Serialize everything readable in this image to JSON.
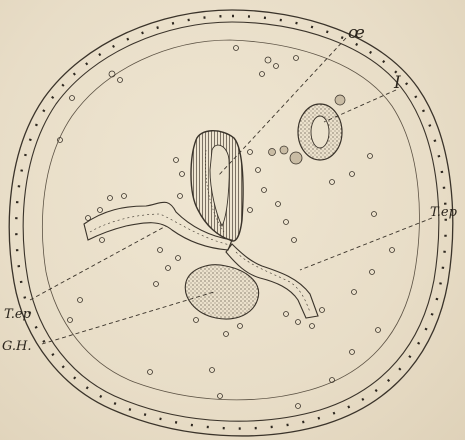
{
  "labels": {
    "oesophagus": "œ",
    "intestine": "I",
    "tep_right": "T.ep",
    "tep_left": "T.ep",
    "gh": "G.H."
  },
  "colors": {
    "paper": "#e7dcc6",
    "ink": "#3a332a",
    "faint_ink": "#6b604f"
  }
}
